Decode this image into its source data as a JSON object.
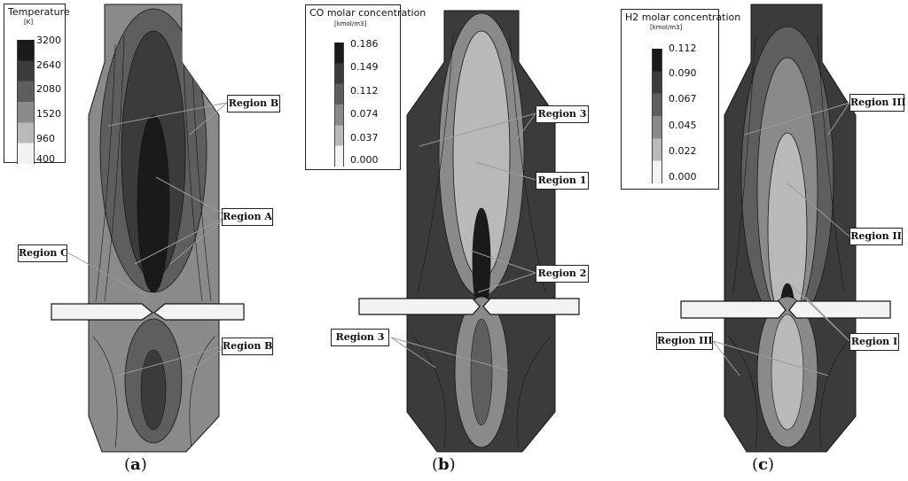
{
  "panels": [
    {
      "caption_open": "(",
      "caption_letter": "a",
      "caption_close": ")",
      "legend": {
        "title": "Temperature",
        "unit": "[K]",
        "ticks": [
          "3200",
          "2640",
          "2080",
          "1520",
          "960",
          "400"
        ]
      },
      "callouts": [
        "Region B",
        "Region A",
        "Region C",
        "Region B"
      ]
    },
    {
      "caption_open": "(",
      "caption_letter": "b",
      "caption_close": ")",
      "legend": {
        "title": "CO molar concentration",
        "unit": "[kmol/m3]",
        "ticks": [
          "0.186",
          "0.149",
          "0.112",
          "0.074",
          "0.037",
          "0.000"
        ]
      },
      "callouts": [
        "Region 3",
        "Region 1",
        "Region 2",
        "Region 3"
      ]
    },
    {
      "caption_open": "(",
      "caption_letter": "c",
      "caption_close": ")",
      "legend": {
        "title": "H2 molar concentration",
        "unit": "[kmol/m3]",
        "ticks": [
          "0.112",
          "0.090",
          "0.067",
          "0.045",
          "0.022",
          "0.000"
        ]
      },
      "callouts": [
        "Region III",
        "Region II",
        "Region I",
        "Region III"
      ]
    }
  ],
  "colors": {
    "scale": [
      "#1a1a1a",
      "#3b3b3b",
      "#5e5e5e",
      "#8a8a8a",
      "#b9b9b9",
      "#f3f3f3"
    ],
    "contour": "#161616",
    "leader": "#9a9a9a"
  }
}
